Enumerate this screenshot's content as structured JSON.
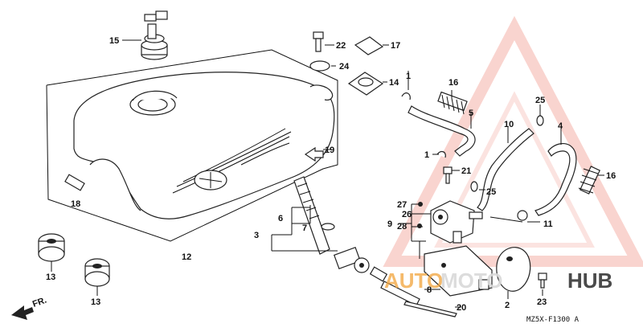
{
  "labels": {
    "p1a": "1",
    "p1b": "1",
    "p2": "2",
    "p3": "3",
    "p4": "4",
    "p5": "5",
    "p6": "6",
    "p7": "7",
    "p8": "8",
    "p9": "9",
    "p10": "10",
    "p11": "11",
    "p12": "12",
    "p13a": "13",
    "p13b": "13",
    "p14": "14",
    "p15": "15",
    "p16a": "16",
    "p16b": "16",
    "p17": "17",
    "p18": "18",
    "p19": "19",
    "p20": "20",
    "p21": "21",
    "p22": "22",
    "p23": "23",
    "p24": "24",
    "p25a": "25",
    "p25b": "25",
    "p26": "26",
    "p27": "27",
    "p28": "28"
  },
  "diagram_code": "MZ5X-F1300 A",
  "front_marker": "FR.",
  "watermark": {
    "part1": "AUTO",
    "part2": "MOTO",
    "part3": "HUB"
  },
  "colors": {
    "watermark_orange": "#f2a33a",
    "watermark_grey": "#d9d9d9",
    "ink": "#111111"
  }
}
